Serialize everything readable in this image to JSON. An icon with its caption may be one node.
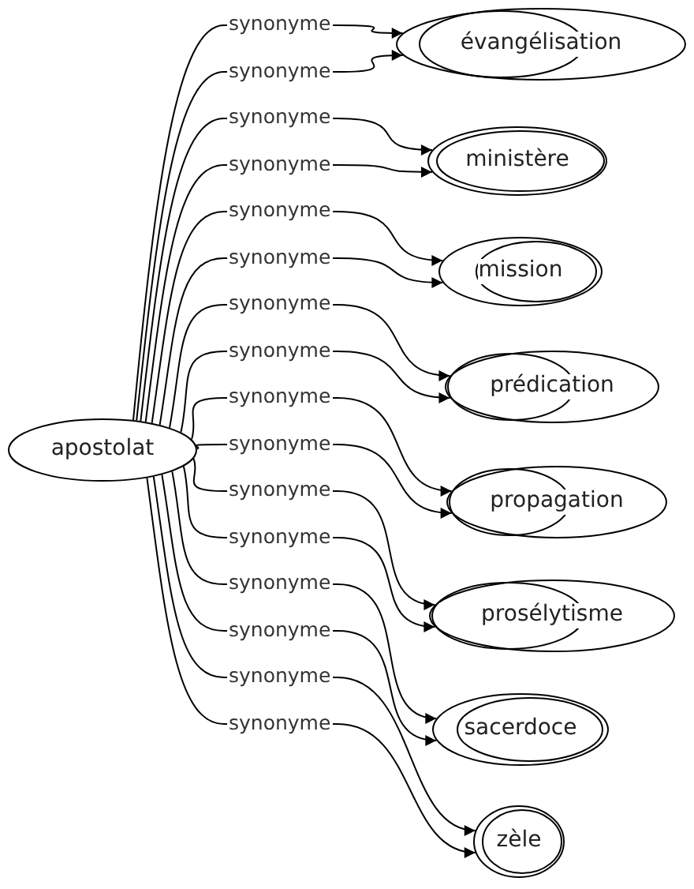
{
  "diagram": {
    "nodes": [
      {
        "text": [
          "apostolat"
        ]
      },
      {
        "text": [
          "évangélisation"
        ]
      },
      {
        "text": [
          "ministère"
        ]
      },
      {
        "text": [
          "mission"
        ]
      },
      {
        "text": [
          "prédication"
        ]
      },
      {
        "text": [
          "propagation"
        ]
      },
      {
        "text": [
          "prosélytisme"
        ]
      },
      {
        "text": [
          "sacerdoce"
        ]
      },
      {
        "text": [
          "zèle"
        ]
      }
    ],
    "edges": [
      {
        "from": 0,
        "to": 1,
        "arrow": "to",
        "label": "synonyme"
      },
      {
        "from": 0,
        "to": 1,
        "arrow": "to",
        "label": "synonyme"
      },
      {
        "from": 0,
        "to": 2,
        "arrow": "to",
        "label": "synonyme"
      },
      {
        "from": 0,
        "to": 2,
        "arrow": "to",
        "label": "synonyme"
      },
      {
        "from": 0,
        "to": 3,
        "arrow": "to",
        "label": "synonyme"
      },
      {
        "from": 0,
        "to": 3,
        "arrow": "to",
        "label": "synonyme"
      },
      {
        "from": 0,
        "to": 4,
        "arrow": "to",
        "label": "synonyme"
      },
      {
        "from": 0,
        "to": 4,
        "arrow": "to",
        "label": "synonyme"
      },
      {
        "from": 0,
        "to": 5,
        "arrow": "to",
        "label": "synonyme"
      },
      {
        "from": 0,
        "to": 5,
        "arrow": "to",
        "label": "synonyme"
      },
      {
        "from": 0,
        "to": 6,
        "arrow": "to",
        "label": "synonyme"
      },
      {
        "from": 0,
        "to": 6,
        "arrow": "to",
        "label": "synonyme"
      },
      {
        "from": 0,
        "to": 7,
        "arrow": "to",
        "label": "synonyme"
      },
      {
        "from": 0,
        "to": 7,
        "arrow": "to",
        "label": "synonyme"
      },
      {
        "from": 0,
        "to": 8,
        "arrow": "to",
        "label": "synonyme"
      },
      {
        "from": 0,
        "to": 8,
        "arrow": "to",
        "label": "synonyme"
      }
    ]
  }
}
